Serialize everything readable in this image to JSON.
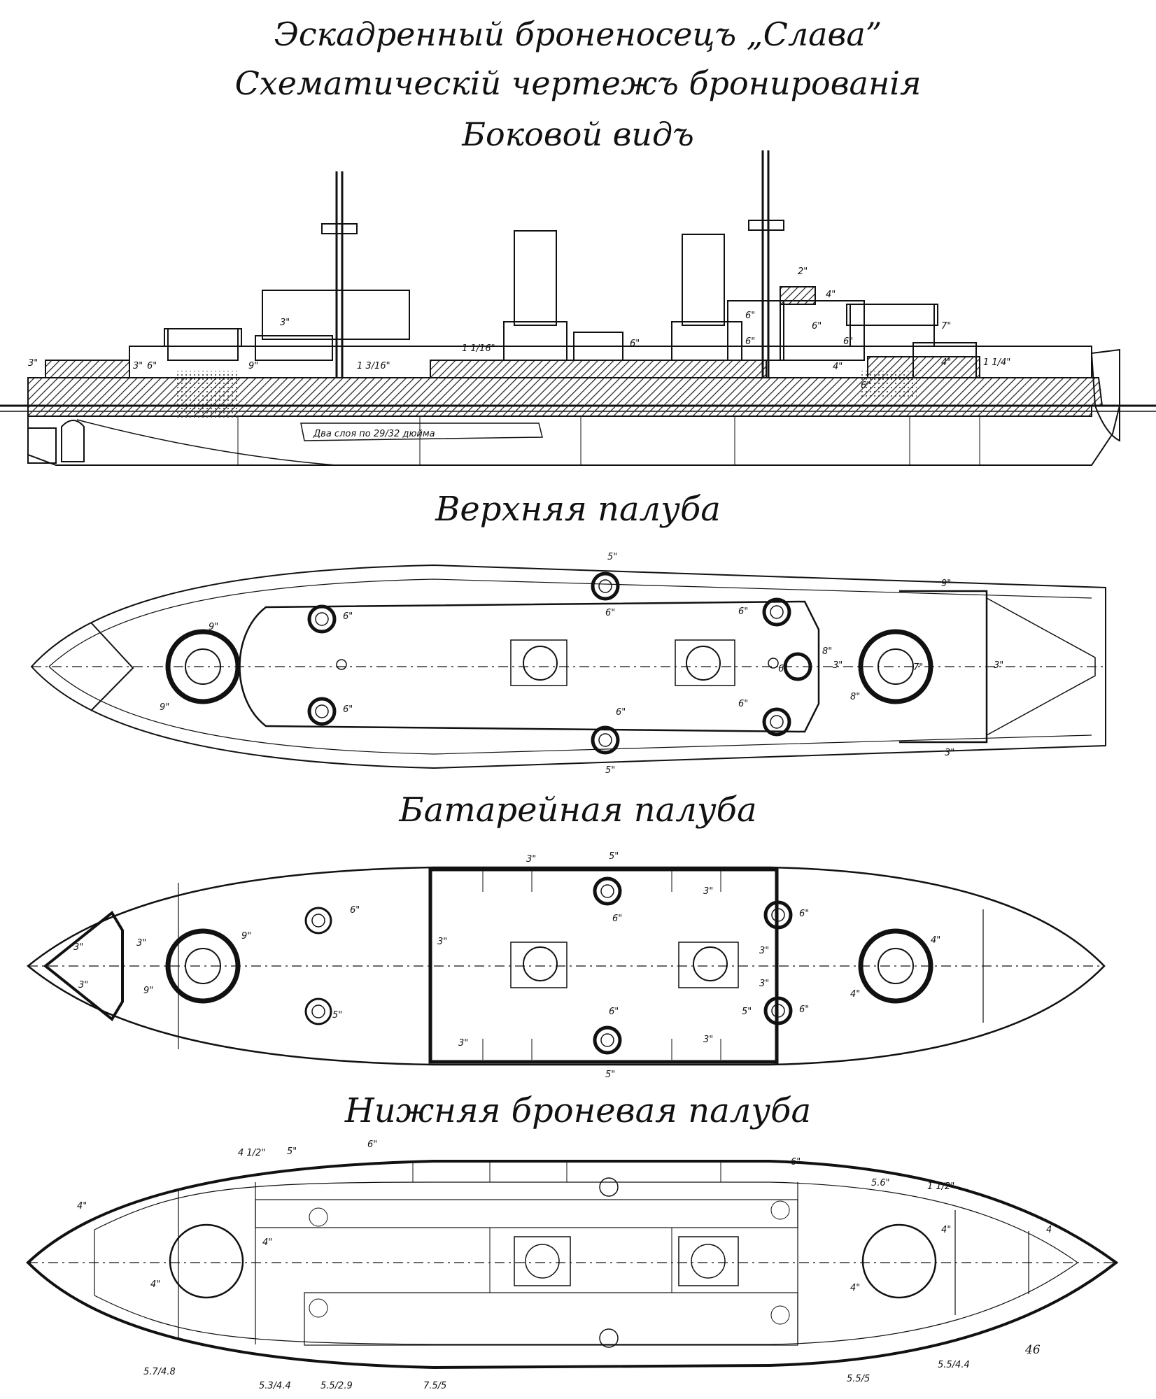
{
  "titles": {
    "line1": "Эскадренный броненосецъ „Слава”",
    "line2": "Схематическій чертежъ бронированія",
    "line3": "Боковой видъ"
  },
  "sections": {
    "upper_deck": "Верхняя палуба",
    "battery_deck": "Батарейная палуба",
    "lower_armor_deck": "Нижняя броневая палуба"
  },
  "side_view": {
    "belt_note": "Два слоя по 29/32 дюйма",
    "labels": [
      "3\"",
      "3\"",
      "6\"",
      "9\"",
      "3\"",
      "1 3/16\"",
      "1 1/16\"",
      "6\"",
      "2\"",
      "4\"",
      "6\"",
      "6\"",
      "6\"",
      "6\"",
      "7\"",
      "4\"",
      "4\"",
      "1 1/4\"",
      "6\""
    ]
  },
  "upper_deck": {
    "labels": [
      "5\"",
      "6\"",
      "6\"",
      "6\"",
      "6\"",
      "6\"",
      "9\"",
      "9\"",
      "6\"",
      "6\"",
      "5\"",
      "8\"",
      "8\"",
      "7\"",
      "9\"",
      "3\"",
      "3\"",
      "3\""
    ]
  },
  "battery_deck": {
    "labels": [
      "3\"",
      "5\"",
      "3\"",
      "6\"",
      "9\"",
      "9\"",
      "3\"",
      "3\"",
      "3\"",
      "6\"",
      "5\"",
      "6\"",
      "3\"",
      "3\"",
      "5\"",
      "6\"",
      "5\"",
      "4\"",
      "4\"",
      "3\"",
      "3\"",
      "6\"",
      "3\""
    ]
  },
  "lower_deck": {
    "labels": [
      "4 1/2\"",
      "5\"",
      "6\"",
      "6\"",
      "5.6\"",
      "1 1/2\"",
      "4\"",
      "4\"",
      "4\"",
      "4\"",
      "4\"",
      "4"
    ],
    "fractions": [
      "5.7/4.8",
      "5.3/4.4",
      "5.5/2.9",
      "7.5/5",
      "5.5/5",
      "5.5/4.4"
    ],
    "page_mark": "46"
  }
}
